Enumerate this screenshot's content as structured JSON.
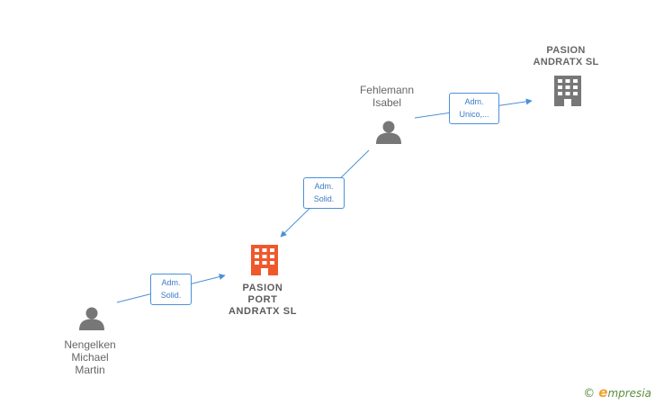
{
  "nodes": {
    "person_fehlemann": {
      "label": "Fehlemann\nIsabel"
    },
    "person_nengelken": {
      "label": "Nengelken\nMichael\nMartin"
    },
    "company_pasion_andratx": {
      "label": "PASION\nANDRATX  SL"
    },
    "company_pasion_port_andratx": {
      "label": "PASION\nPORT\nANDRATX  SL"
    }
  },
  "edges": {
    "fehlemann_to_andratx": {
      "label": "Adm.\nUnico,..."
    },
    "fehlemann_to_port": {
      "label": "Adm.\nSolid."
    },
    "nengelken_to_port": {
      "label": "Adm.\nSolid."
    }
  },
  "icons": {
    "person": "person-icon",
    "company": "building-icon"
  },
  "colors": {
    "person": "#777777",
    "company": "#777777",
    "main_company": "#f0582c",
    "edge": "#4a90d9"
  },
  "footer": {
    "copyright": "©",
    "brand_initial": "e",
    "brand_rest": "mpresia"
  }
}
